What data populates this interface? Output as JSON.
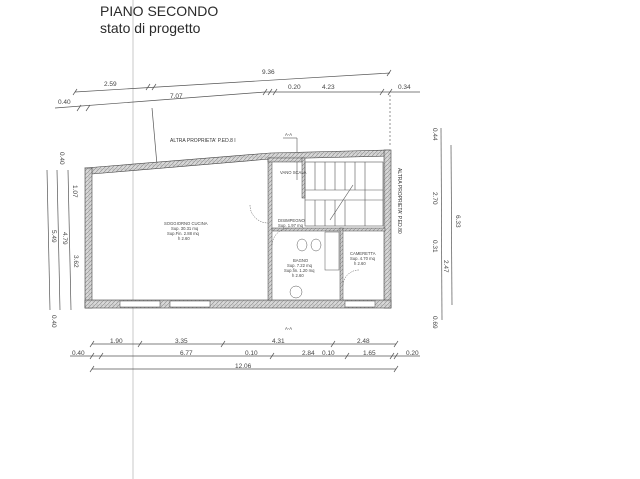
{
  "header": {
    "title": "PIANO SECONDO",
    "subtitle": "stato di progetto"
  },
  "labels": {
    "neighbor_top": "ALTRA PROPRIETA' P.ED.8 I",
    "neighbor_right": "ALTRA PROPRIETA' P.ED.80",
    "section_marker": "A-A",
    "section_marker_bottom": "A-A"
  },
  "rooms": [
    {
      "name": "SOGGIORNO CUCINA",
      "sup": "Sup. 30.31 mq",
      "sup_fin": "Sup.Fin. 2.88 mq",
      "h": "h 2.60"
    },
    {
      "name": "VANO SCALA",
      "sup": "",
      "sup_fin": "",
      "h": ""
    },
    {
      "name": "DISIMPEGNO",
      "sup": "Sup. 1.97 mq",
      "sup_fin": "",
      "h": ""
    },
    {
      "name": "BAGNO",
      "sup": "Sup. 7.22 mq",
      "sup_fin": "Sup.fin. 1.20 mq",
      "h": "h 2.60"
    },
    {
      "name": "CAMERETTA",
      "sup": "Sup. 4.70 mq",
      "sup_fin": "",
      "h": "h 2.60"
    }
  ],
  "dimensions": {
    "top_row1": [
      "2.59",
      "9.36"
    ],
    "top_row2": [
      "0.40",
      "7.07",
      "0.20",
      "4.23",
      "0.34"
    ],
    "left_col": [
      "0.40",
      "1.07",
      "5.49",
      "4.79",
      "3.62",
      "0.40"
    ],
    "right_col": [
      "0.44",
      "2.70",
      "6.33",
      "0.31",
      "2.47",
      "0.69"
    ],
    "bottom_row1": [
      "1.90",
      "3.35",
      "4.31",
      "2.48"
    ],
    "bottom_row2": [
      "0.40",
      "6.77",
      "0.10",
      "2.84",
      "0.10",
      "1.65",
      "0.20"
    ],
    "bottom_total": "12.06"
  }
}
